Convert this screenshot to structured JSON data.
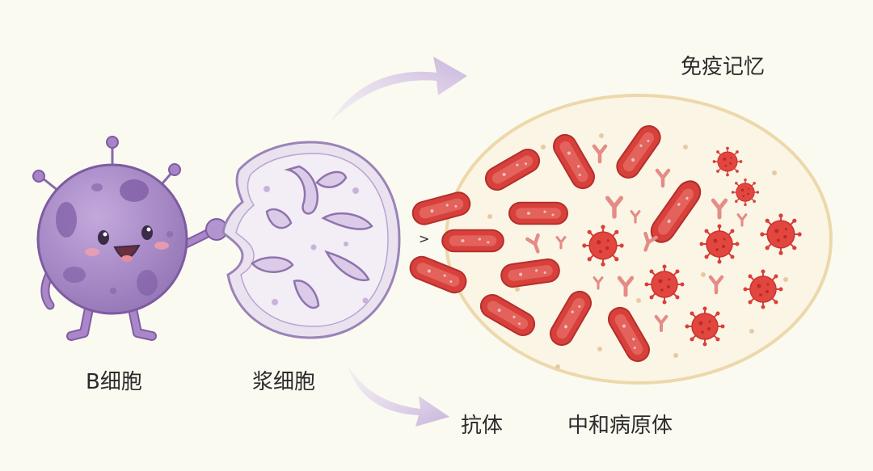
{
  "labels": {
    "b_cell": "B细胞",
    "plasma_cell": "浆细胞",
    "memory": "免疫记忆",
    "antibody": "抗体",
    "neutralize": "中和病原体",
    "marker": ">"
  },
  "colors": {
    "background": "#fbfaf1",
    "b_cell": "#a989c6",
    "plasma_cell": "#ece3f1",
    "arrow": "#c9b6de",
    "antibody": "#e08a86",
    "red_cell": "#d83a36",
    "virus": "#e0443e",
    "ellipse_border": "#efdcae"
  },
  "icons": [
    "b-cell-character",
    "plasma-cell",
    "antibody-icon",
    "virus-icon",
    "red-cell-icon",
    "arrow-icon"
  ]
}
